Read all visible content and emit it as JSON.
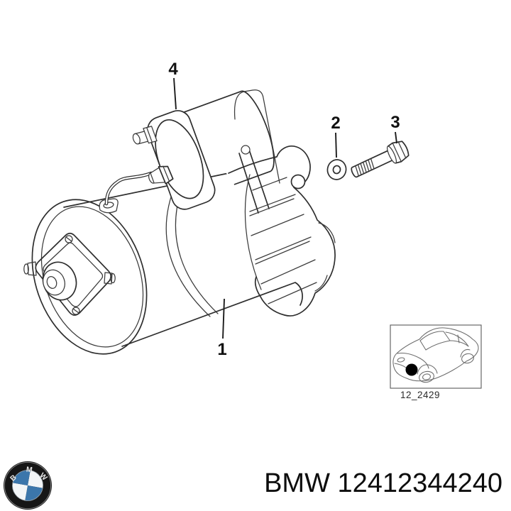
{
  "colors": {
    "background": "#ffffff",
    "diagram_line": "#2e2e2e",
    "car_line": "#6b6b6b",
    "text": "#0d0d0d",
    "logo_blue": "#3b76ab",
    "logo_ring": "#161616"
  },
  "diagram": {
    "callouts": [
      {
        "number": "1"
      },
      {
        "number": "2"
      },
      {
        "number": "3"
      },
      {
        "number": "4"
      }
    ],
    "thumbnail": {
      "code": "12_2429",
      "icon": "bmw-sedan-line-drawing"
    }
  },
  "footer": {
    "brand": "BMW",
    "part_number": "12412344240"
  },
  "logo": {
    "name": "bmw-roundel",
    "letters": [
      "B",
      "M",
      "W"
    ]
  }
}
